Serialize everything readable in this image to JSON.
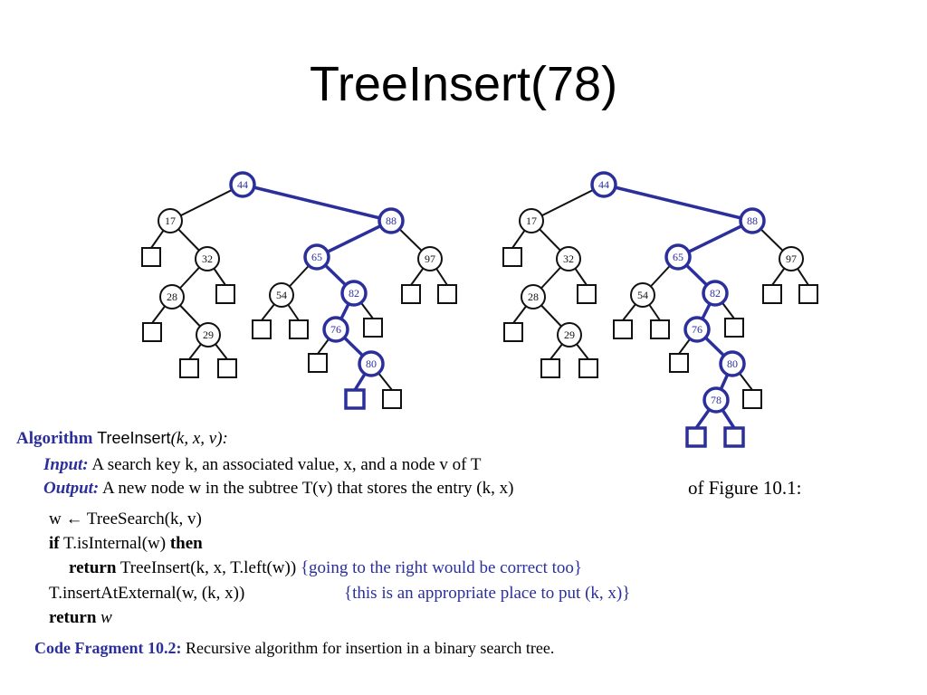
{
  "title": "TreeInsert(78)",
  "trees": [
    {
      "nodes": [
        {
          "id": "44",
          "hl": true
        },
        {
          "id": "17",
          "hl": false
        },
        {
          "id": "88",
          "hl": true
        },
        {
          "id": "32",
          "hl": false
        },
        {
          "id": "28",
          "hl": false
        },
        {
          "id": "29",
          "hl": false
        },
        {
          "id": "65",
          "hl": true
        },
        {
          "id": "97",
          "hl": false
        },
        {
          "id": "54",
          "hl": false
        },
        {
          "id": "82",
          "hl": true
        },
        {
          "id": "76",
          "hl": true
        },
        {
          "id": "80",
          "hl": true
        }
      ],
      "highlighted_external": 1
    },
    {
      "nodes": [
        {
          "id": "44",
          "hl": true
        },
        {
          "id": "17",
          "hl": false
        },
        {
          "id": "88",
          "hl": true
        },
        {
          "id": "32",
          "hl": false
        },
        {
          "id": "28",
          "hl": false
        },
        {
          "id": "29",
          "hl": false
        },
        {
          "id": "65",
          "hl": true
        },
        {
          "id": "97",
          "hl": false
        },
        {
          "id": "54",
          "hl": false
        },
        {
          "id": "82",
          "hl": true
        },
        {
          "id": "76",
          "hl": true
        },
        {
          "id": "80",
          "hl": true
        },
        {
          "id": "78",
          "hl": true
        }
      ],
      "highlighted_external": 2
    }
  ],
  "algorithm": {
    "kw_algorithm": "Algorithm",
    "name": "TreeInsert",
    "params": "(k, x, v):",
    "input_label": "Input:",
    "input_text": "A search key k, an associated value, x, and a node v of T",
    "output_label": "Output:",
    "output_text": "A new node w in the subtree T(v) that stores the entry (k, x)",
    "line1": "w ← TreeSearch(k, v)",
    "line2_if": "if",
    "line2_mid": "T.isInternal(w)",
    "line2_then": "then",
    "line3_return": "return",
    "line3_call": "TreeInsert(k, x, T.left(w))",
    "line3_comment": "{going to the right would be correct too}",
    "line4_call": "T.insertAtExternal(w, (k, x))",
    "line4_comment": "{this is an appropriate place to put (k, x)}",
    "line5_return": "return",
    "line5_var": "w"
  },
  "figure_ref": "of Figure 10.1:",
  "caption": {
    "label": "Code Fragment 10.2:",
    "text": "Recursive algorithm for insertion in a binary search tree."
  },
  "colors": {
    "highlight": "#2b2f9c",
    "default": "#111111"
  }
}
